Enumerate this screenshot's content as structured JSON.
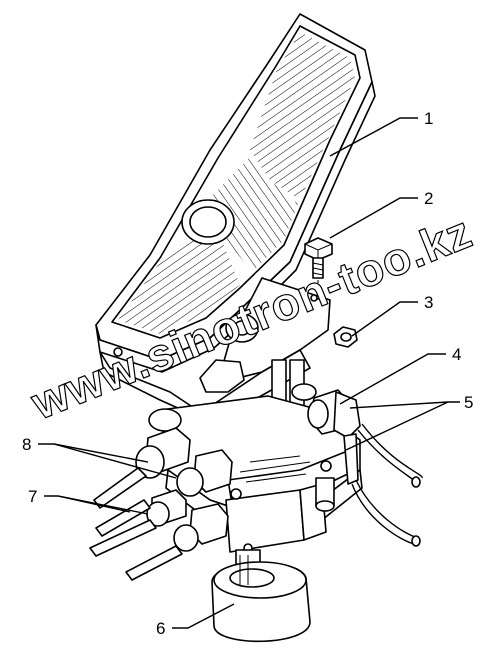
{
  "diagram": {
    "callouts": [
      {
        "id": "1",
        "label": "1"
      },
      {
        "id": "2",
        "label": "2"
      },
      {
        "id": "3",
        "label": "3"
      },
      {
        "id": "4",
        "label": "4"
      },
      {
        "id": "5",
        "label": "5"
      },
      {
        "id": "6",
        "label": "6"
      },
      {
        "id": "7",
        "label": "7"
      },
      {
        "id": "8",
        "label": "8"
      }
    ],
    "watermark": "www.sinotron-too.kz"
  }
}
